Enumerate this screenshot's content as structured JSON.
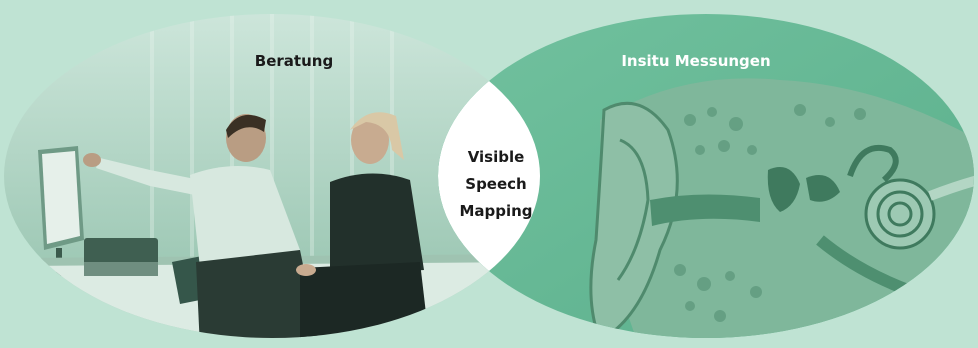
{
  "diagram": {
    "left_circle": {
      "label": "Beratung"
    },
    "right_circle": {
      "label": "Insitu Messungen"
    },
    "intersection": {
      "lines": [
        "Visible",
        "Speech",
        "Mapping"
      ]
    }
  },
  "colors": {
    "background": "#bfe3d3",
    "left_tint": "#8bc4a8",
    "right_fill": "#6dbf9c",
    "intersection_fill": "#ffffff",
    "label_light": "#ffffff",
    "label_dark": "#1a1a1a"
  }
}
